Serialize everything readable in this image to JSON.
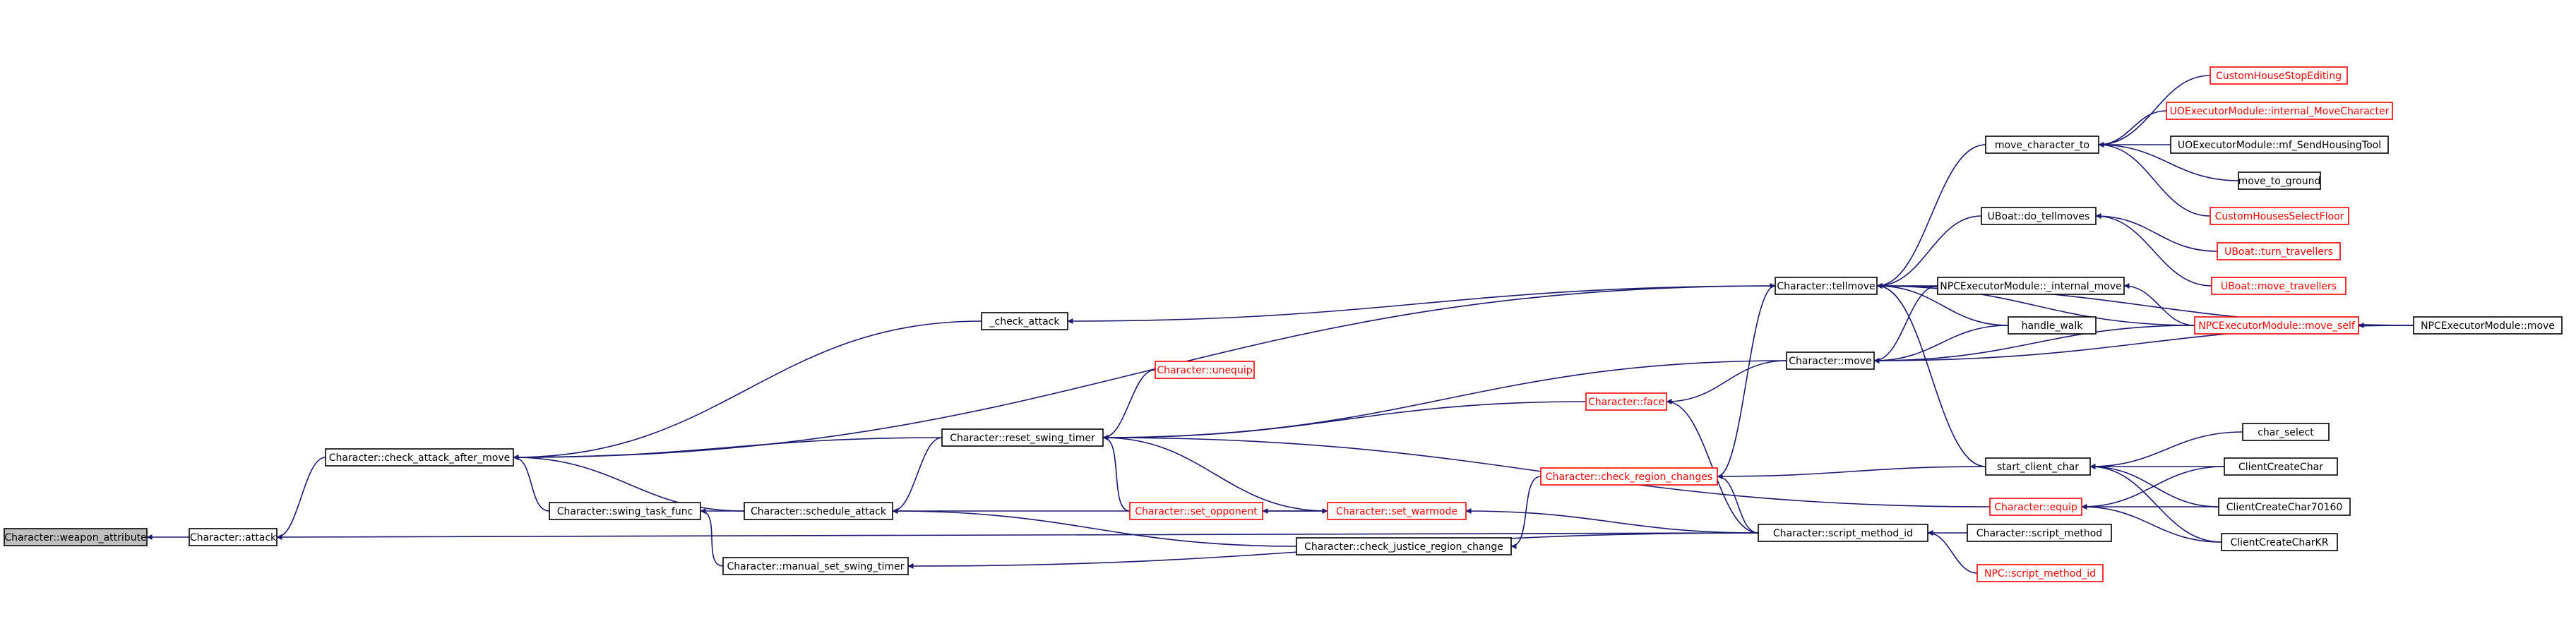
{
  "graph": {
    "colors": {
      "node_fill": "#ffffff",
      "root_fill": "#bfbfbf",
      "normal_border": "#000000",
      "truncated_border": "#ff0000",
      "normal_text": "#000000",
      "truncated_text": "#ff0000",
      "edge": "#191970"
    },
    "nodes": [
      {
        "id": "weapon_attribute",
        "label": "Character::weapon_attribute",
        "kind": "root"
      },
      {
        "id": "attack",
        "label": "Character::attack",
        "kind": "normal"
      },
      {
        "id": "check_attack_after_move",
        "label": "Character::check_attack_after_move",
        "kind": "normal"
      },
      {
        "id": "swing_task_func",
        "label": "Character::swing_task_func",
        "kind": "normal"
      },
      {
        "id": "manual_set_swing_timer",
        "label": "Character::manual_set_swing_timer",
        "kind": "normal"
      },
      {
        "id": "schedule_attack",
        "label": "Character::schedule_attack",
        "kind": "normal"
      },
      {
        "id": "_check_attack",
        "label": "_check_attack",
        "kind": "normal"
      },
      {
        "id": "reset_swing_timer",
        "label": "Character::reset_swing_timer",
        "kind": "normal"
      },
      {
        "id": "unequip",
        "label": "Character::unequip",
        "kind": "truncated"
      },
      {
        "id": "set_opponent",
        "label": "Character::set_opponent",
        "kind": "truncated"
      },
      {
        "id": "set_warmode",
        "label": "Character::set_warmode",
        "kind": "truncated"
      },
      {
        "id": "face",
        "label": "Character::face",
        "kind": "truncated"
      },
      {
        "id": "check_region_changes",
        "label": "Character::check_region_changes",
        "kind": "truncated"
      },
      {
        "id": "check_justice_region_change",
        "label": "Character::check_justice_region_change",
        "kind": "normal"
      },
      {
        "id": "tellmove",
        "label": "Character::tellmove",
        "kind": "normal"
      },
      {
        "id": "move",
        "label": "Character::move",
        "kind": "normal"
      },
      {
        "id": "script_method_id",
        "label": "Character::script_method_id",
        "kind": "normal"
      },
      {
        "id": "move_character_to",
        "label": "move_character_to",
        "kind": "normal"
      },
      {
        "id": "do_tellmoves",
        "label": "UBoat::do_tellmoves",
        "kind": "normal"
      },
      {
        "id": "npc_internal_move",
        "label": "NPCExecutorModule::_internal_move",
        "kind": "normal"
      },
      {
        "id": "handle_walk",
        "label": "handle_walk",
        "kind": "normal"
      },
      {
        "id": "start_client_char",
        "label": "start_client_char",
        "kind": "normal"
      },
      {
        "id": "equip",
        "label": "Character::equip",
        "kind": "truncated"
      },
      {
        "id": "script_method",
        "label": "Character::script_method",
        "kind": "normal"
      },
      {
        "id": "npc_script_method_id",
        "label": "NPC::script_method_id",
        "kind": "truncated"
      },
      {
        "id": "chs_stop_editing",
        "label": "CustomHouseStopEditing",
        "kind": "truncated"
      },
      {
        "id": "uo_internal_move_char",
        "label": "UOExecutorModule::internal_MoveCharacter",
        "kind": "truncated"
      },
      {
        "id": "uo_send_housing_tool",
        "label": "UOExecutorModule::mf_SendHousingTool",
        "kind": "normal"
      },
      {
        "id": "move_to_ground",
        "label": "move_to_ground",
        "kind": "normal"
      },
      {
        "id": "chs_select_floor",
        "label": "CustomHousesSelectFloor",
        "kind": "truncated"
      },
      {
        "id": "turn_travellers",
        "label": "UBoat::turn_travellers",
        "kind": "truncated"
      },
      {
        "id": "move_travellers",
        "label": "UBoat::move_travellers",
        "kind": "truncated"
      },
      {
        "id": "npc_move_self",
        "label": "NPCExecutorModule::move_self",
        "kind": "truncated"
      },
      {
        "id": "npc_move",
        "label": "NPCExecutorModule::move",
        "kind": "normal"
      },
      {
        "id": "char_select",
        "label": "char_select",
        "kind": "normal"
      },
      {
        "id": "client_create_char",
        "label": "ClientCreateChar",
        "kind": "normal"
      },
      {
        "id": "client_create_char_70160",
        "label": "ClientCreateChar70160",
        "kind": "normal"
      },
      {
        "id": "client_create_char_kr",
        "label": "ClientCreateCharKR",
        "kind": "normal"
      }
    ],
    "edges": [
      {
        "from": "attack",
        "to": "weapon_attribute"
      },
      {
        "from": "check_attack_after_move",
        "to": "attack"
      },
      {
        "from": "schedule_attack",
        "to": "check_attack_after_move"
      },
      {
        "from": "swing_task_func",
        "to": "check_attack_after_move"
      },
      {
        "from": "manual_set_swing_timer",
        "to": "swing_task_func"
      },
      {
        "from": "schedule_attack",
        "to": "swing_task_func"
      },
      {
        "from": "_check_attack",
        "to": "check_attack_after_move"
      },
      {
        "from": "reset_swing_timer",
        "to": "check_attack_after_move"
      },
      {
        "from": "reset_swing_timer",
        "to": "schedule_attack"
      },
      {
        "from": "tellmove",
        "to": "check_attack_after_move"
      },
      {
        "from": "set_opponent",
        "to": "schedule_attack"
      },
      {
        "from": "check_justice_region_change",
        "to": "schedule_attack"
      },
      {
        "from": "tellmove",
        "to": "_check_attack"
      },
      {
        "from": "unequip",
        "to": "reset_swing_timer"
      },
      {
        "from": "set_opponent",
        "to": "reset_swing_timer"
      },
      {
        "from": "set_warmode",
        "to": "reset_swing_timer"
      },
      {
        "from": "face",
        "to": "reset_swing_timer"
      },
      {
        "from": "move",
        "to": "reset_swing_timer"
      },
      {
        "from": "equip",
        "to": "reset_swing_timer"
      },
      {
        "from": "set_warmode",
        "to": "set_opponent"
      },
      {
        "from": "set_opponent",
        "to": "set_warmode"
      },
      {
        "from": "script_method_id",
        "to": "set_warmode"
      },
      {
        "from": "script_method_id",
        "to": "manual_set_swing_timer"
      },
      {
        "from": "script_method_id",
        "to": "attack"
      },
      {
        "from": "check_region_changes",
        "to": "check_justice_region_change"
      },
      {
        "from": "move",
        "to": "face"
      },
      {
        "from": "script_method_id",
        "to": "face"
      },
      {
        "from": "check_region_changes",
        "to": "tellmove"
      },
      {
        "from": "start_client_char",
        "to": "check_region_changes"
      },
      {
        "from": "script_method_id",
        "to": "check_region_changes"
      },
      {
        "from": "move_character_to",
        "to": "tellmove"
      },
      {
        "from": "do_tellmoves",
        "to": "tellmove"
      },
      {
        "from": "npc_internal_move",
        "to": "tellmove"
      },
      {
        "from": "handle_walk",
        "to": "tellmove"
      },
      {
        "from": "start_client_char",
        "to": "tellmove"
      },
      {
        "from": "npc_move_self",
        "to": "tellmove"
      },
      {
        "from": "npc_move",
        "to": "tellmove"
      },
      {
        "from": "handle_walk",
        "to": "move"
      },
      {
        "from": "npc_internal_move",
        "to": "move"
      },
      {
        "from": "npc_move_self",
        "to": "move"
      },
      {
        "from": "npc_move",
        "to": "move"
      },
      {
        "from": "script_method",
        "to": "script_method_id"
      },
      {
        "from": "npc_script_method_id",
        "to": "script_method_id"
      },
      {
        "from": "chs_stop_editing",
        "to": "move_character_to"
      },
      {
        "from": "uo_internal_move_char",
        "to": "move_character_to"
      },
      {
        "from": "uo_send_housing_tool",
        "to": "move_character_to"
      },
      {
        "from": "move_to_ground",
        "to": "move_character_to"
      },
      {
        "from": "chs_select_floor",
        "to": "move_character_to"
      },
      {
        "from": "turn_travellers",
        "to": "do_tellmoves"
      },
      {
        "from": "move_travellers",
        "to": "do_tellmoves"
      },
      {
        "from": "npc_move_self",
        "to": "npc_internal_move"
      },
      {
        "from": "npc_move",
        "to": "npc_move_self"
      },
      {
        "from": "char_select",
        "to": "start_client_char"
      },
      {
        "from": "client_create_char",
        "to": "start_client_char"
      },
      {
        "from": "client_create_char_70160",
        "to": "start_client_char"
      },
      {
        "from": "client_create_char_kr",
        "to": "start_client_char"
      },
      {
        "from": "client_create_char",
        "to": "equip"
      },
      {
        "from": "client_create_char_70160",
        "to": "equip"
      },
      {
        "from": "client_create_char_kr",
        "to": "equip"
      }
    ]
  }
}
